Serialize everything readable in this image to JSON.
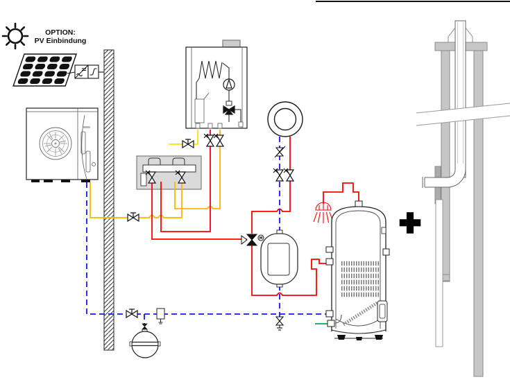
{
  "annotation": {
    "option_line1": "OPTION:",
    "option_line2": "PV Einbindung"
  },
  "symbols": {
    "plus": "+",
    "motor": "M"
  },
  "colors": {
    "heating_flow": "#FF0000",
    "heating_return": "#1414FF",
    "heat_pump_circuit": "#FFB400",
    "gas": "#FFE100",
    "cold_water": "#00A651",
    "chimney_fill": "#C6C6C6",
    "module_fill": "#DADADA"
  }
}
